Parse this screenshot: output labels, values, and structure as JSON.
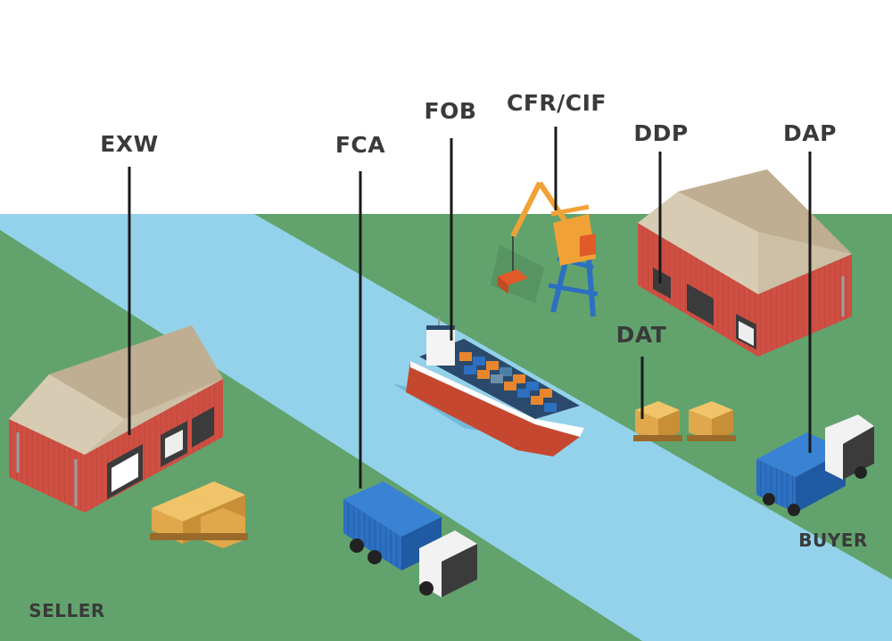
{
  "labels": {
    "exw": "EXW",
    "fca": "FCA",
    "fob": "FOB",
    "cfr_cif": "CFR/CIF",
    "ddp": "DDP",
    "dap": "DAP",
    "dat": "DAT",
    "seller": "SELLER",
    "buyer": "BUYER"
  },
  "colors": {
    "ground": "#62a36d",
    "river": "#93d2ea",
    "warehouse_wall": "#cf4f43",
    "warehouse_roof": "#cdbfa6",
    "container_blue": "#2d6fc1",
    "crane": "#f1a236",
    "label_text": "#3a3a3a"
  }
}
